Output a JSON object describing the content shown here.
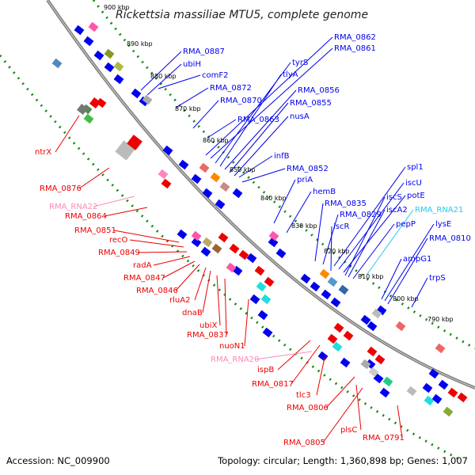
{
  "title": "Rickettsia massiliae MTU5, complete genome",
  "footer": {
    "accession": "Accession: NC_009900",
    "stats": "Topology: circular; Length: 1,360,898 bp; Genes: 1,007"
  },
  "colors": {
    "forward": "#0000ee",
    "reverse": "#ee0000",
    "rna": "#ff88bb",
    "trna": "#22ccee",
    "backbone": "#808080",
    "dots": "#118811"
  },
  "ticks": [
    "900 kbp",
    "890 kbp",
    "880 kbp",
    "870 kbp",
    "860 kbp",
    "850 kbp",
    "840 kbp",
    "830 kbp",
    "820 kbp",
    "810 kbp",
    "800 kbp",
    "790 kbp"
  ],
  "forward_labels": [
    "RMA_0862",
    "RMA_0861",
    "RMA_0887",
    "ubiH",
    "tyrS",
    "comF2",
    "tlyA",
    "RMA_0872",
    "RMA_0856",
    "RMA_0870",
    "RMA_0855",
    "RMA_0863",
    "nusA",
    "infB",
    "RMA_0852",
    "priA",
    "hemB",
    "RMA_0835",
    "RMA_0829",
    "iscR",
    "spl1",
    "iscU",
    "potE",
    "iscS",
    "iscA2",
    "pepP",
    "lysE",
    "RMA_0810",
    "ampG1",
    "trpS"
  ],
  "reverse_labels": [
    "ntrX",
    "RMA_0876",
    "RMA_0864",
    "RMA_0851",
    "recO",
    "RMA_0849",
    "radA",
    "RMA_0847",
    "RMA_0846",
    "rluA2",
    "dnaB",
    "ubiX",
    "RMA_0837",
    "nuoN1",
    "ispB",
    "RMA_0817",
    "tlc3",
    "RMA_0806",
    "plsC",
    "RMA_0805",
    "RMA_0791"
  ],
  "rna_labels": [
    "RMA_RNA22",
    "RMA_RNA20"
  ],
  "trna_labels": [
    "RMA_RNA21"
  ]
}
